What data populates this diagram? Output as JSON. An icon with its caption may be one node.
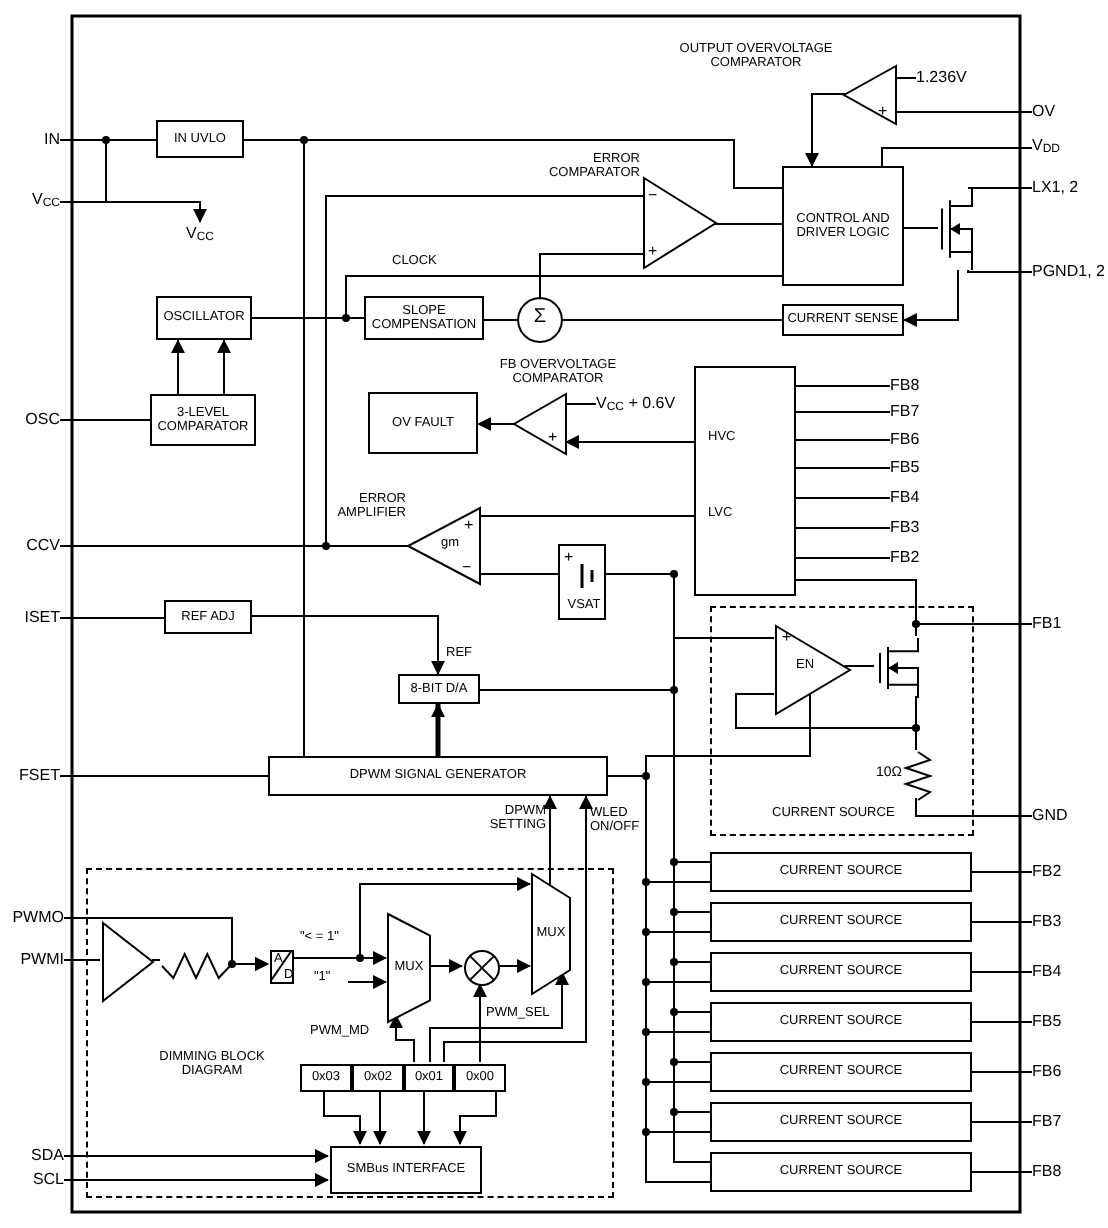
{
  "diagram": {
    "nodes": [
      {
        "text": [
          "IN"
        ]
      },
      {
        "text": [
          "V$_{CC}$"
        ]
      },
      {
        "text": [
          "OSC"
        ]
      },
      {
        "text": [
          "CCV"
        ]
      },
      {
        "text": [
          "ISET"
        ]
      },
      {
        "text": [
          "FSET"
        ]
      },
      {
        "text": [
          "PWMO"
        ]
      },
      {
        "text": [
          "PWMI"
        ]
      },
      {
        "text": [
          "SDA"
        ]
      },
      {
        "text": [
          "SCL"
        ]
      },
      {
        "text": [
          "V$_{CC}$"
        ]
      },
      {
        "text": [
          "IN UVLO"
        ]
      },
      {
        "text": [
          "OSCILLATOR"
        ]
      },
      {
        "text": [
          "3-LEVEL COMPARATOR"
        ]
      },
      {
        "text": [
          "SLOPE COMPENSATION"
        ]
      },
      {
        "text": [
          "Σ"
        ]
      },
      {
        "text": [
          "ERROR COMPARATOR",
          "−",
          "+"
        ]
      },
      {
        "text": [
          "CONTROL AND DRIVER LOGIC"
        ]
      },
      {
        "text": [
          "OUTPUT OVERVOLTAGE COMPARATOR",
          "+"
        ]
      },
      {
        "text": [
          "1.236V"
        ]
      },
      {
        "text": [
          "OV"
        ]
      },
      {
        "text": [
          "V$_{DD}$"
        ]
      },
      {
        "text": [
          "LX1, 2"
        ]
      },
      {
        "text": [
          "PGND1, 2"
        ]
      },
      {
        "text": [],
        "shape": "transistor"
      },
      {
        "text": [
          "CURRENT SENSE"
        ]
      },
      {
        "text": [
          "OV FAULT"
        ]
      },
      {
        "text": [
          "FB OVERVOLTAGE COMPARATOR",
          "+"
        ]
      },
      {
        "text": [
          "V$_{CC}$ + 0.6V"
        ]
      },
      {
        "text": [
          "HVC",
          "LVC"
        ]
      },
      {
        "text": [
          "FB8"
        ]
      },
      {
        "text": [
          "FB7"
        ]
      },
      {
        "text": [
          "FB6"
        ]
      },
      {
        "text": [
          "FB5"
        ]
      },
      {
        "text": [
          "FB4"
        ]
      },
      {
        "text": [
          "FB3"
        ]
      },
      {
        "text": [
          "FB2"
        ]
      },
      {
        "text": [
          "ERROR AMPLIFIER",
          "+",
          "gm",
          "−"
        ]
      },
      {
        "text": [
          "+",
          "VSAT"
        ]
      },
      {
        "text": [
          "REF ADJ"
        ]
      },
      {
        "text": [
          "8-BIT D/A"
        ]
      },
      {
        "text": [
          "DPWM SIGNAL GENERATOR"
        ]
      },
      {
        "text": [
          "CURRENT SOURCE"
        ]
      },
      {
        "text": [
          "+",
          "EN"
        ],
        "in": 42
      },
      {
        "text": [],
        "shape": "transistor",
        "in": 42
      },
      {
        "text": [],
        "shape": "resistor",
        "in": 42,
        "beside": [
          "10Ω"
        ]
      },
      {
        "text": [
          "FB1"
        ]
      },
      {
        "text": [
          "GND"
        ]
      },
      {
        "text": [
          "CURRENT SOURCE"
        ]
      },
      {
        "text": [
          "CURRENT SOURCE"
        ]
      },
      {
        "text": [
          "CURRENT SOURCE"
        ]
      },
      {
        "text": [
          "CURRENT SOURCE"
        ]
      },
      {
        "text": [
          "CURRENT SOURCE"
        ]
      },
      {
        "text": [
          "CURRENT SOURCE"
        ]
      },
      {
        "text": [
          "CURRENT SOURCE"
        ]
      },
      {
        "text": [
          "FB2"
        ]
      },
      {
        "text": [
          "FB3"
        ]
      },
      {
        "text": [
          "FB4"
        ]
      },
      {
        "text": [
          "FB5"
        ]
      },
      {
        "text": [
          "FB6"
        ]
      },
      {
        "text": [
          "FB7"
        ]
      },
      {
        "text": [
          "FB8"
        ]
      },
      {
        "text": [
          "DIMMING BLOCK DIAGRAM"
        ]
      },
      {
        "text": [],
        "shape": "triangle",
        "in": 62
      },
      {
        "text": [],
        "shape": "resistor",
        "in": 62
      },
      {
        "text": [
          "A",
          "D"
        ],
        "in": 62
      },
      {
        "text": [
          "MUX"
        ],
        "in": 62
      },
      {
        "text": [],
        "shape": "circle",
        "in": 62
      },
      {
        "text": [
          "MUX"
        ],
        "in": 62
      },
      {
        "text": [
          "0x03"
        ],
        "in": 62
      },
      {
        "text": [
          "0x02"
        ],
        "in": 62
      },
      {
        "text": [
          "0x01"
        ],
        "in": 62
      },
      {
        "text": [
          "0x00"
        ],
        "in": 62
      },
      {
        "text": [
          "SMBus INTERFACE"
        ],
        "in": 62
      }
    ],
    "edges": [
      {
        "from": 0,
        "to": 11,
        "arrow": "none"
      },
      {
        "from": 0,
        "to": 1,
        "arrow": "none"
      },
      {
        "from": 1,
        "to": 10,
        "arrow": "to"
      },
      {
        "from": 11,
        "to": 17,
        "arrow": "none"
      },
      {
        "from": 11,
        "to": 41,
        "arrow": "none"
      },
      {
        "from": 12,
        "to": 14,
        "arrow": "none"
      },
      {
        "from": 2,
        "to": 13,
        "arrow": "none"
      },
      {
        "from": 13,
        "to": 12,
        "arrow": "to"
      },
      {
        "from": 13,
        "to": 12,
        "arrow": "to"
      },
      {
        "from": 12,
        "to": 17,
        "arrow": "none",
        "label": "CLOCK"
      },
      {
        "from": 14,
        "to": 15,
        "arrow": "none"
      },
      {
        "from": 15,
        "to": 16,
        "arrow": "none"
      },
      {
        "from": 3,
        "to": 16,
        "arrow": "none"
      },
      {
        "from": 16,
        "to": 17,
        "arrow": "none"
      },
      {
        "from": 18,
        "to": 17,
        "arrow": "to"
      },
      {
        "from": 19,
        "to": 18,
        "arrow": "none"
      },
      {
        "from": 20,
        "to": 18,
        "arrow": "none"
      },
      {
        "from": 21,
        "to": 17,
        "arrow": "none"
      },
      {
        "from": 17,
        "to": 24,
        "arrow": "none"
      },
      {
        "from": 24,
        "to": 22,
        "arrow": "none"
      },
      {
        "from": 24,
        "to": 23,
        "arrow": "none"
      },
      {
        "from": 24,
        "to": 25,
        "arrow": "to"
      },
      {
        "from": 25,
        "to": 15,
        "arrow": "none"
      },
      {
        "from": 29,
        "to": 27,
        "arrow": "to"
      },
      {
        "from": 27,
        "to": 26,
        "arrow": "to"
      },
      {
        "from": 28,
        "to": 27,
        "arrow": "none"
      },
      {
        "from": 29,
        "to": 30,
        "arrow": "none"
      },
      {
        "from": 29,
        "to": 31,
        "arrow": "none"
      },
      {
        "from": 29,
        "to": 32,
        "arrow": "none"
      },
      {
        "from": 29,
        "to": 33,
        "arrow": "none"
      },
      {
        "from": 29,
        "to": 34,
        "arrow": "none"
      },
      {
        "from": 29,
        "to": 35,
        "arrow": "none"
      },
      {
        "from": 29,
        "to": 36,
        "arrow": "none"
      },
      {
        "from": 29,
        "to": 37,
        "arrow": "none"
      },
      {
        "from": 3,
        "to": 37,
        "arrow": "none"
      },
      {
        "from": 37,
        "to": 38,
        "arrow": "none"
      },
      {
        "from": 38,
        "to": 43,
        "arrow": "none"
      },
      {
        "from": 39,
        "to": 40,
        "arrow": "to",
        "label": "REF"
      },
      {
        "from": 41,
        "to": 40,
        "arrow": "to",
        "style": "thick"
      },
      {
        "from": 40,
        "to": 43,
        "arrow": "none"
      },
      {
        "from": 41,
        "to": 43,
        "arrow": "none"
      },
      {
        "from": 43,
        "to": 44,
        "arrow": "none"
      },
      {
        "from": 44,
        "to": 45,
        "arrow": "none"
      },
      {
        "from": 45,
        "to": 43,
        "arrow": "none"
      },
      {
        "from": 44,
        "to": 46,
        "arrow": "none"
      },
      {
        "from": 29,
        "to": 46,
        "arrow": "none"
      },
      {
        "from": 45,
        "to": 47,
        "arrow": "none"
      },
      {
        "from": 40,
        "to": 48,
        "arrow": "none"
      },
      {
        "from": 40,
        "to": 49,
        "arrow": "none"
      },
      {
        "from": 40,
        "to": 50,
        "arrow": "none"
      },
      {
        "from": 40,
        "to": 51,
        "arrow": "none"
      },
      {
        "from": 40,
        "to": 52,
        "arrow": "none"
      },
      {
        "from": 40,
        "to": 53,
        "arrow": "none"
      },
      {
        "from": 40,
        "to": 54,
        "arrow": "none"
      },
      {
        "from": 41,
        "to": 48,
        "arrow": "none"
      },
      {
        "from": 41,
        "to": 49,
        "arrow": "none"
      },
      {
        "from": 41,
        "to": 50,
        "arrow": "none"
      },
      {
        "from": 41,
        "to": 51,
        "arrow": "none"
      },
      {
        "from": 41,
        "to": 52,
        "arrow": "none"
      },
      {
        "from": 41,
        "to": 53,
        "arrow": "none"
      },
      {
        "from": 41,
        "to": 54,
        "arrow": "none"
      },
      {
        "from": 48,
        "to": 55,
        "arrow": "none"
      },
      {
        "from": 49,
        "to": 56,
        "arrow": "none"
      },
      {
        "from": 50,
        "to": 57,
        "arrow": "none"
      },
      {
        "from": 51,
        "to": 58,
        "arrow": "none"
      },
      {
        "from": 52,
        "to": 59,
        "arrow": "none"
      },
      {
        "from": 53,
        "to": 60,
        "arrow": "none"
      },
      {
        "from": 54,
        "to": 61,
        "arrow": "none"
      },
      {
        "from": 5,
        "to": 41,
        "arrow": "none"
      },
      {
        "from": 7,
        "to": 63,
        "arrow": "none"
      },
      {
        "from": 63,
        "to": 64,
        "arrow": "none"
      },
      {
        "from": 64,
        "to": 65,
        "arrow": "to"
      },
      {
        "from": 6,
        "to": 65,
        "arrow": "to"
      },
      {
        "from": 65,
        "to": 66,
        "arrow": "to",
        "label": "\"< = 1\""
      },
      {
        "from": 65,
        "to": 68,
        "arrow": "to"
      },
      {
        "from": null,
        "to": 66,
        "arrow": "to",
        "label": "\"1\""
      },
      {
        "from": 66,
        "to": 67,
        "arrow": "to"
      },
      {
        "from": 67,
        "to": 68,
        "arrow": "to"
      },
      {
        "from": 68,
        "to": 41,
        "arrow": "to",
        "label": "DPWM SETTING"
      },
      {
        "from": 71,
        "to": 66,
        "arrow": "to",
        "label": "PWM_MD"
      },
      {
        "from": 72,
        "to": 67,
        "arrow": "to"
      },
      {
        "from": 71,
        "to": 68,
        "arrow": "to",
        "label": "PWM_SEL"
      },
      {
        "from": 71,
        "to": 41,
        "arrow": "to",
        "label": "WLED ON/OFF"
      },
      {
        "from": 69,
        "to": 73,
        "arrow": "to"
      },
      {
        "from": 70,
        "to": 73,
        "arrow": "to"
      },
      {
        "from": 71,
        "to": 73,
        "arrow": "to"
      },
      {
        "from": 72,
        "to": 73,
        "arrow": "to"
      },
      {
        "from": 8,
        "to": 73,
        "arrow": "to"
      },
      {
        "from": 9,
        "to": 73,
        "arrow": "to"
      },
      {
        "from": 4,
        "to": 39,
        "arrow": "none"
      }
    ]
  }
}
